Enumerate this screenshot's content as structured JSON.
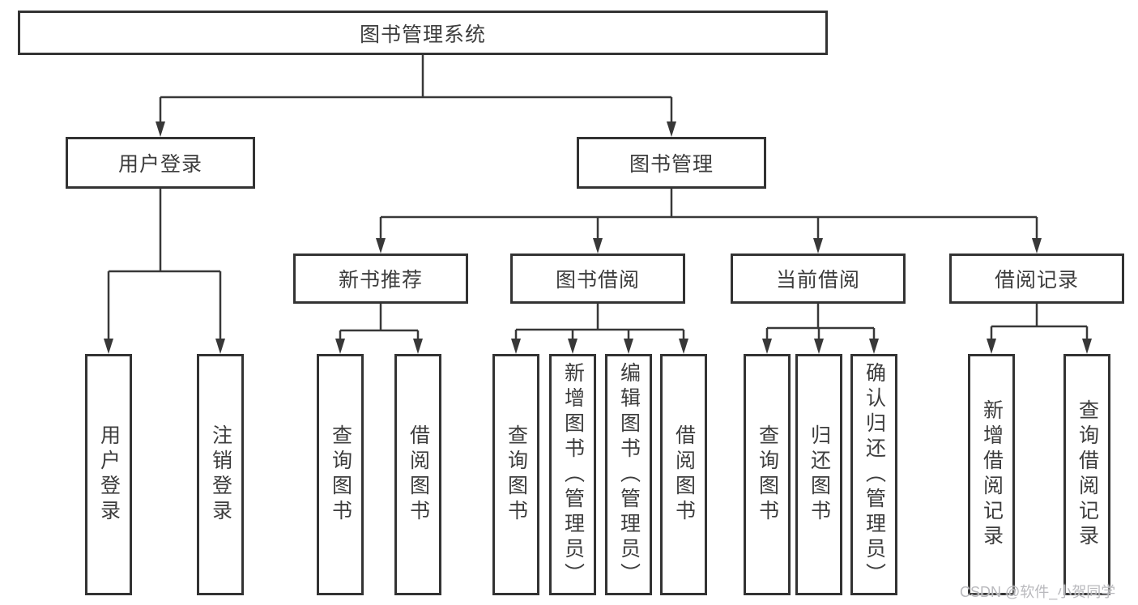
{
  "watermark": "CSDN @软件_小贺同学",
  "nodes": {
    "root": "图书管理系统",
    "user_login": "用户登录",
    "book_management": "图书管理",
    "login": "用户登录",
    "logout": "注销登录",
    "new_book_recommend": "新书推荐",
    "book_borrow": "图书借阅",
    "current_borrow": "当前借阅",
    "borrow_records": "借阅记录",
    "nbr_query_books": "查询图书",
    "nbr_borrow_books": "借阅图书",
    "bb_query_books": "查询图书",
    "bb_add_books": "新增图书（管理员）",
    "bb_edit_books": "编辑图书（管理员）",
    "bb_borrow_books": "借阅图书",
    "cb_query_books": "查询图书",
    "cb_return_books": "归还图书",
    "cb_confirm_return": "确认归还（管理员）",
    "br_add_record": "新增借阅记录",
    "br_query_record": "查询借阅记录"
  }
}
